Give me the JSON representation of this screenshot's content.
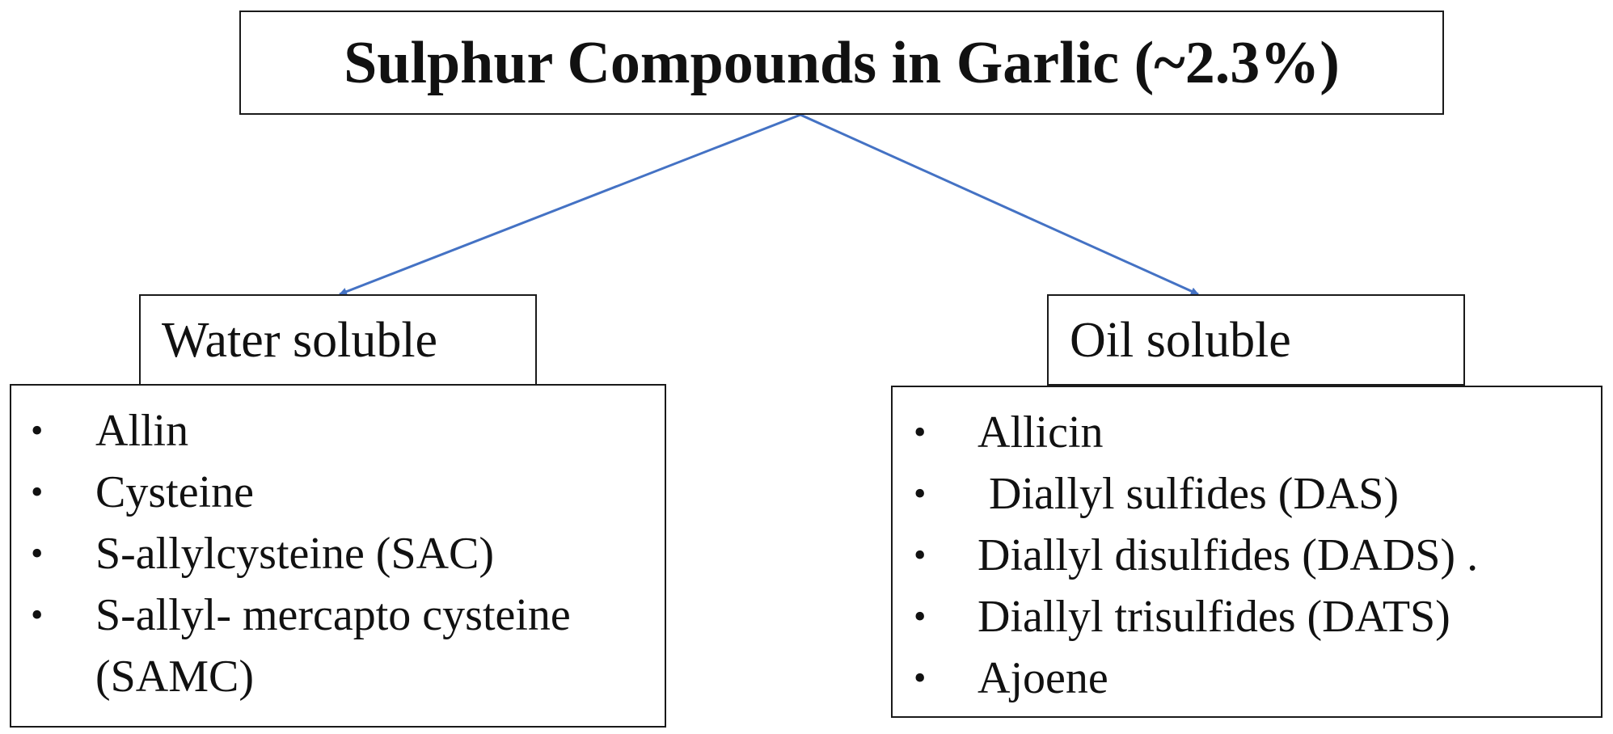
{
  "title": "Sulphur Compounds in Garlic (~2.3%)",
  "branches": [
    {
      "id": "water",
      "header": "Water soluble",
      "items": [
        "Allin",
        "Cysteine",
        "S-allylcysteine (SAC)",
        "S-allyl- mercapto cysteine (SAMC)"
      ]
    },
    {
      "id": "oil",
      "header": "Oil soluble",
      "items": [
        "Allicin",
        " Diallyl sulfides (DAS)",
        "Diallyl disulfides (DADS) .",
        "Diallyl trisulfides (DATS)",
        "Ajoene"
      ]
    }
  ],
  "colors": {
    "arrow": "#4472C4",
    "border": "#1a1a1a",
    "text": "#111111"
  },
  "bullet_glyph": "•"
}
